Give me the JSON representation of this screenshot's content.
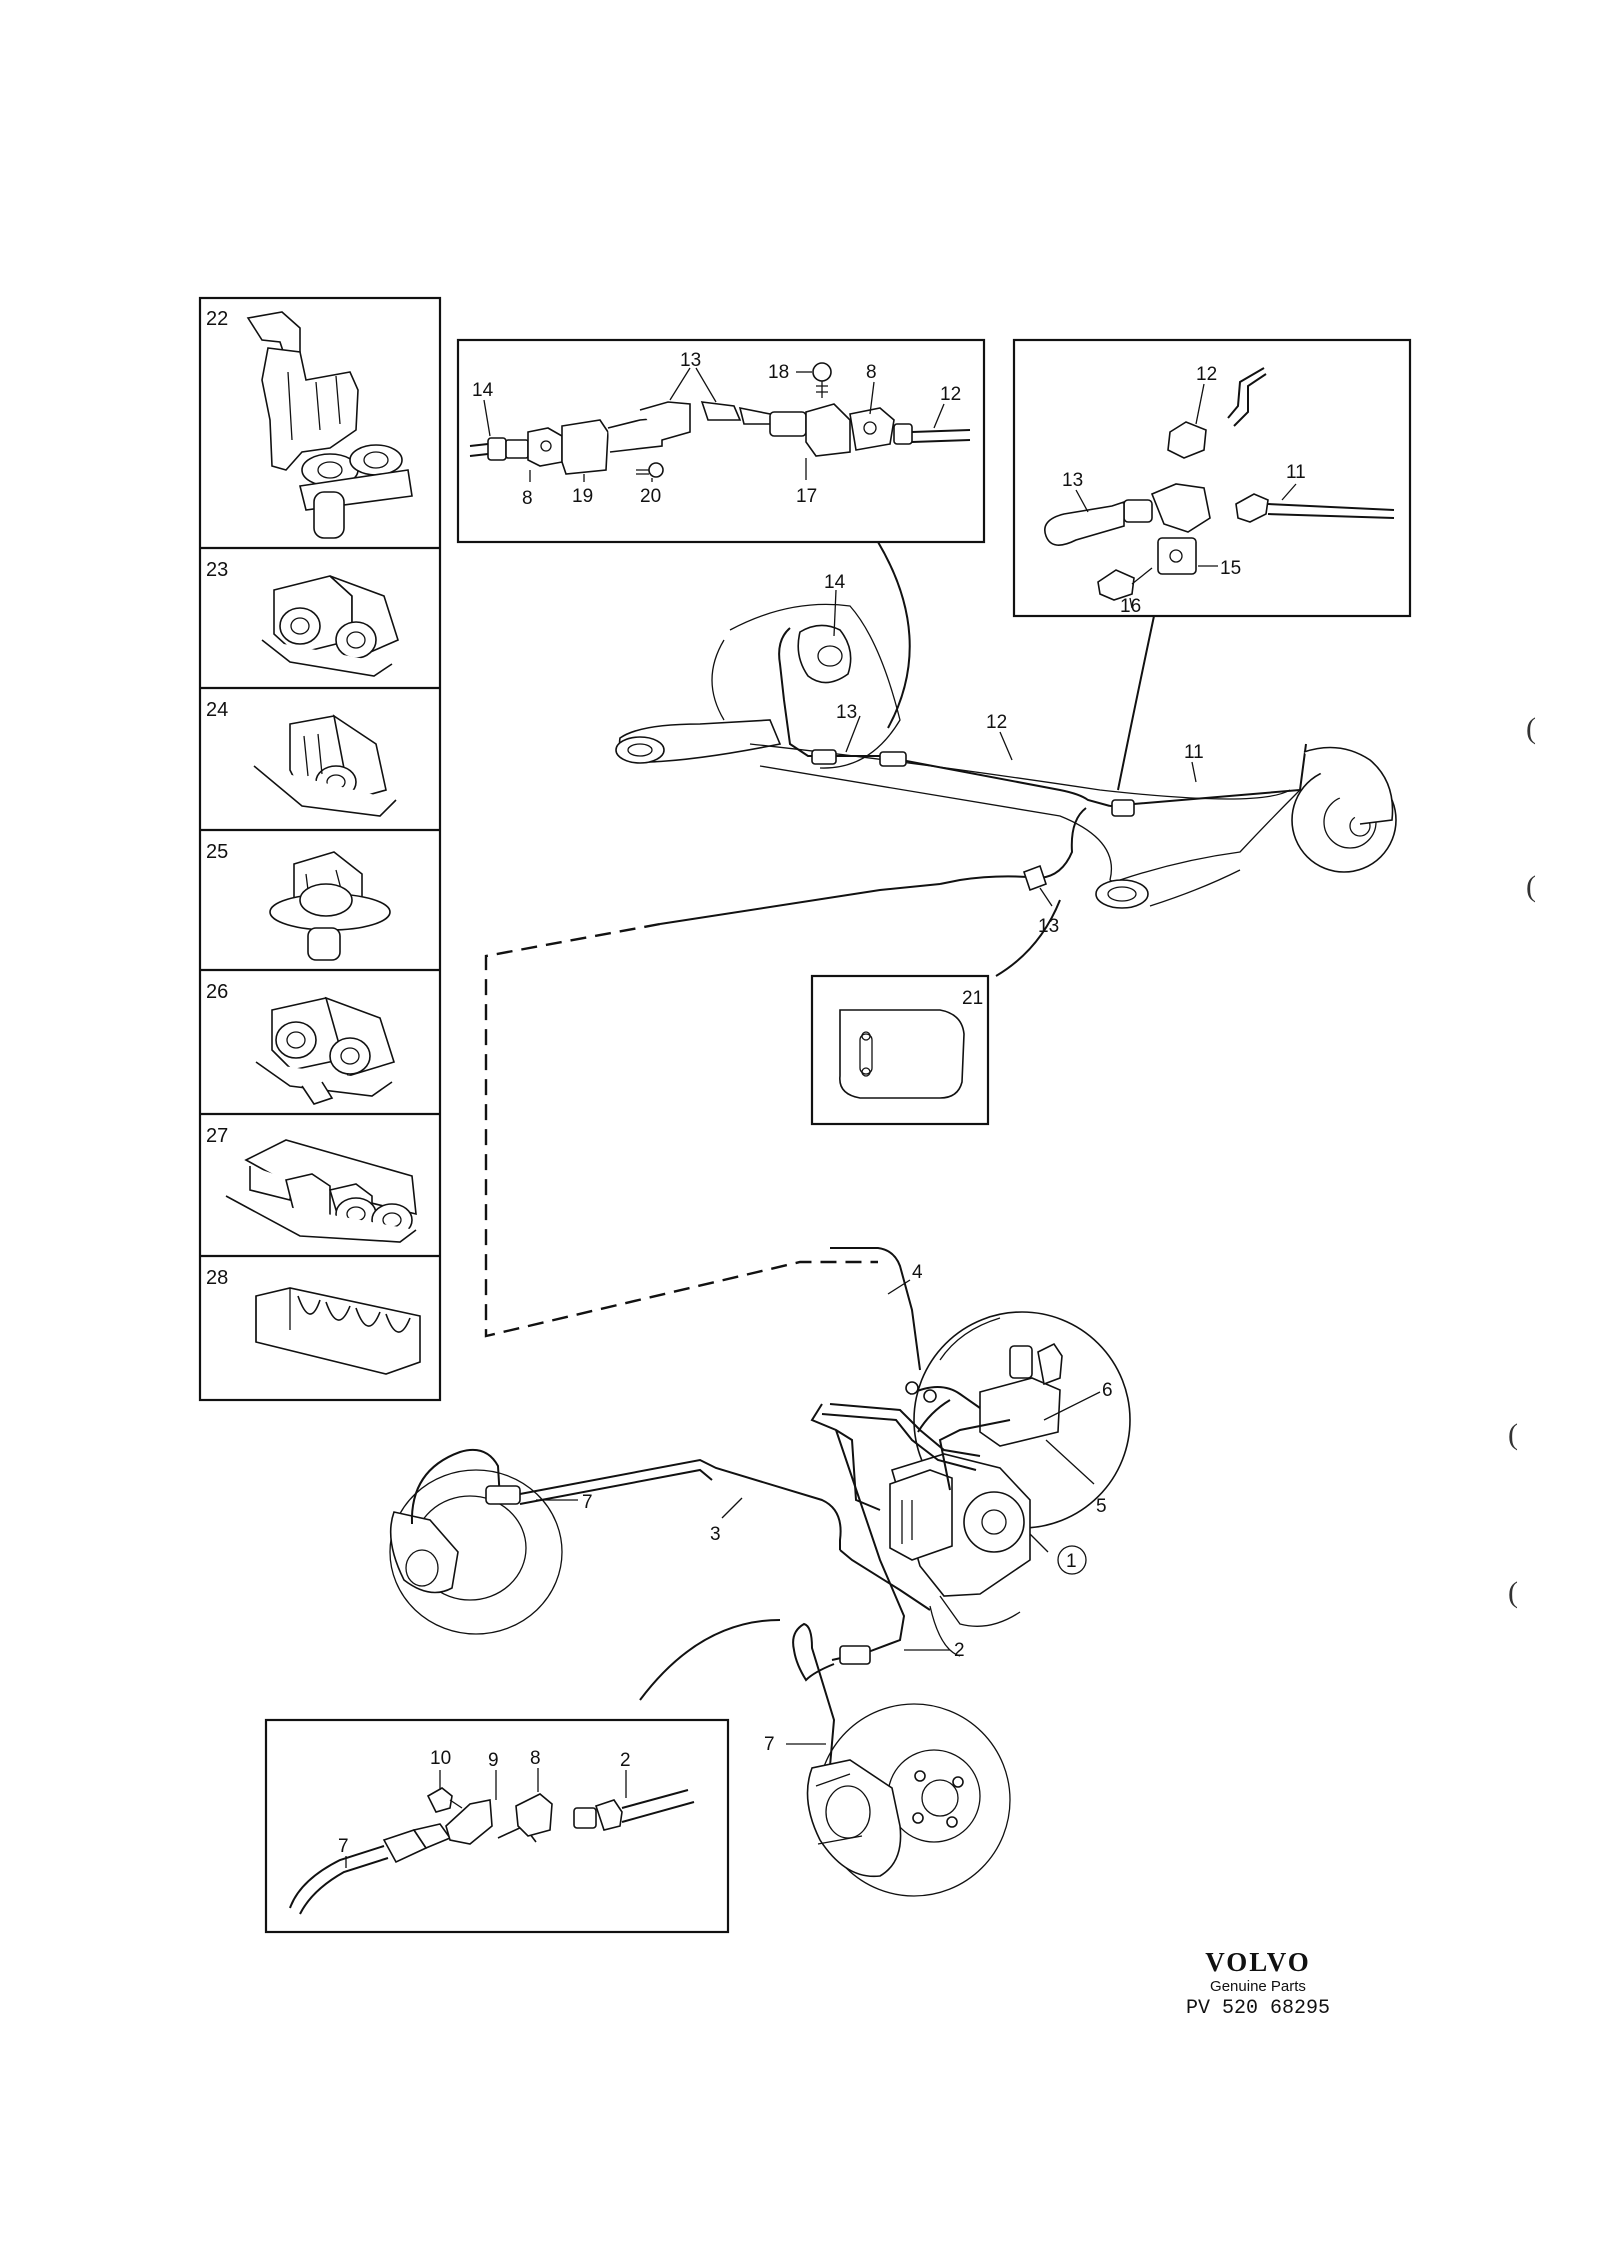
{
  "legend_column": {
    "items": [
      {
        "number": "22"
      },
      {
        "number": "23"
      },
      {
        "number": "24"
      },
      {
        "number": "25"
      },
      {
        "number": "26"
      },
      {
        "number": "27"
      },
      {
        "number": "28"
      }
    ]
  },
  "detail_top_left": {
    "labels": {
      "p14": "14",
      "p13": "13",
      "p18": "18",
      "p8_top": "8",
      "p12": "12",
      "p8_bot": "8",
      "p19": "19",
      "p20": "20",
      "p17": "17"
    }
  },
  "detail_top_right": {
    "labels": {
      "p12": "12",
      "p13": "13",
      "p11": "11",
      "p15": "15",
      "p16": "16"
    }
  },
  "rear_axle": {
    "labels": {
      "p14": "14",
      "p13_upper": "13",
      "p12": "12",
      "p11": "11",
      "p13_lower": "13"
    }
  },
  "pad_detail": {
    "label": "21"
  },
  "main_unit": {
    "labels": {
      "p4": "4",
      "p6": "6",
      "p7_left": "7",
      "p5": "5",
      "p3": "3",
      "p1": "1",
      "p2": "2",
      "p7_right": "7"
    }
  },
  "detail_bottom": {
    "labels": {
      "p10": "10",
      "p9": "9",
      "p8": "8",
      "p2": "2",
      "p7": "7"
    }
  },
  "brand": {
    "logo": "VOLVO",
    "subtitle": "Genuine Parts",
    "part_number": "PV 520 68295"
  },
  "margin_marks": [
    "(",
    "(",
    "(",
    "("
  ]
}
